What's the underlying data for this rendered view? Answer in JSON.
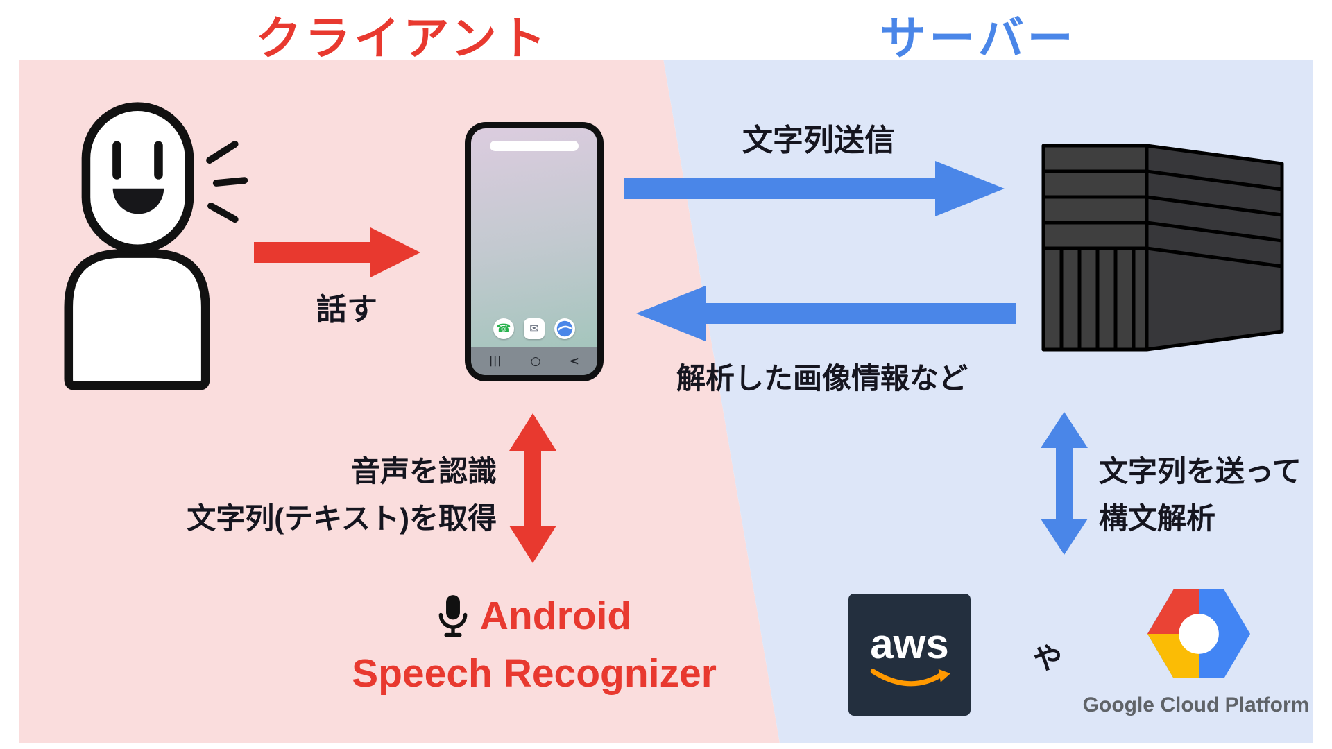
{
  "titles": {
    "client": "クライアント",
    "server": "サーバー"
  },
  "client_side": {
    "speak_label": "話す",
    "recognize_line1": "音声を認識",
    "recognize_line2": "文字列(テキスト)を取得",
    "engine_line1": "Android",
    "engine_line2": "Speech Recognizer"
  },
  "server_side": {
    "send_label": "文字列送信",
    "response_label": "解析した画像情報など",
    "parse_line1": "文字列を送って",
    "parse_line2": "構文解析",
    "or_label": "や"
  },
  "logos": {
    "aws_text": "aws",
    "gcp_text": "Google Cloud Platform"
  },
  "phone": {
    "nav_recents": "|||",
    "nav_home": "○",
    "nav_back": "<",
    "phone_app_glyph": "☎",
    "mail_app_glyph": "✉"
  },
  "colors": {
    "accent_red": "#e8392f",
    "accent_blue": "#4a86e8",
    "client_bg": "#fadddd",
    "server_bg": "#dde6f8",
    "label_dark": "#15151f",
    "aws_bg": "#232f3e",
    "aws_orange": "#ff9900",
    "gcp_red": "#ea4335",
    "gcp_yellow": "#fbbc05",
    "gcp_blue": "#4285f4",
    "gcp_text_gray": "#5f6368",
    "server_box": "#3f3f3f"
  }
}
